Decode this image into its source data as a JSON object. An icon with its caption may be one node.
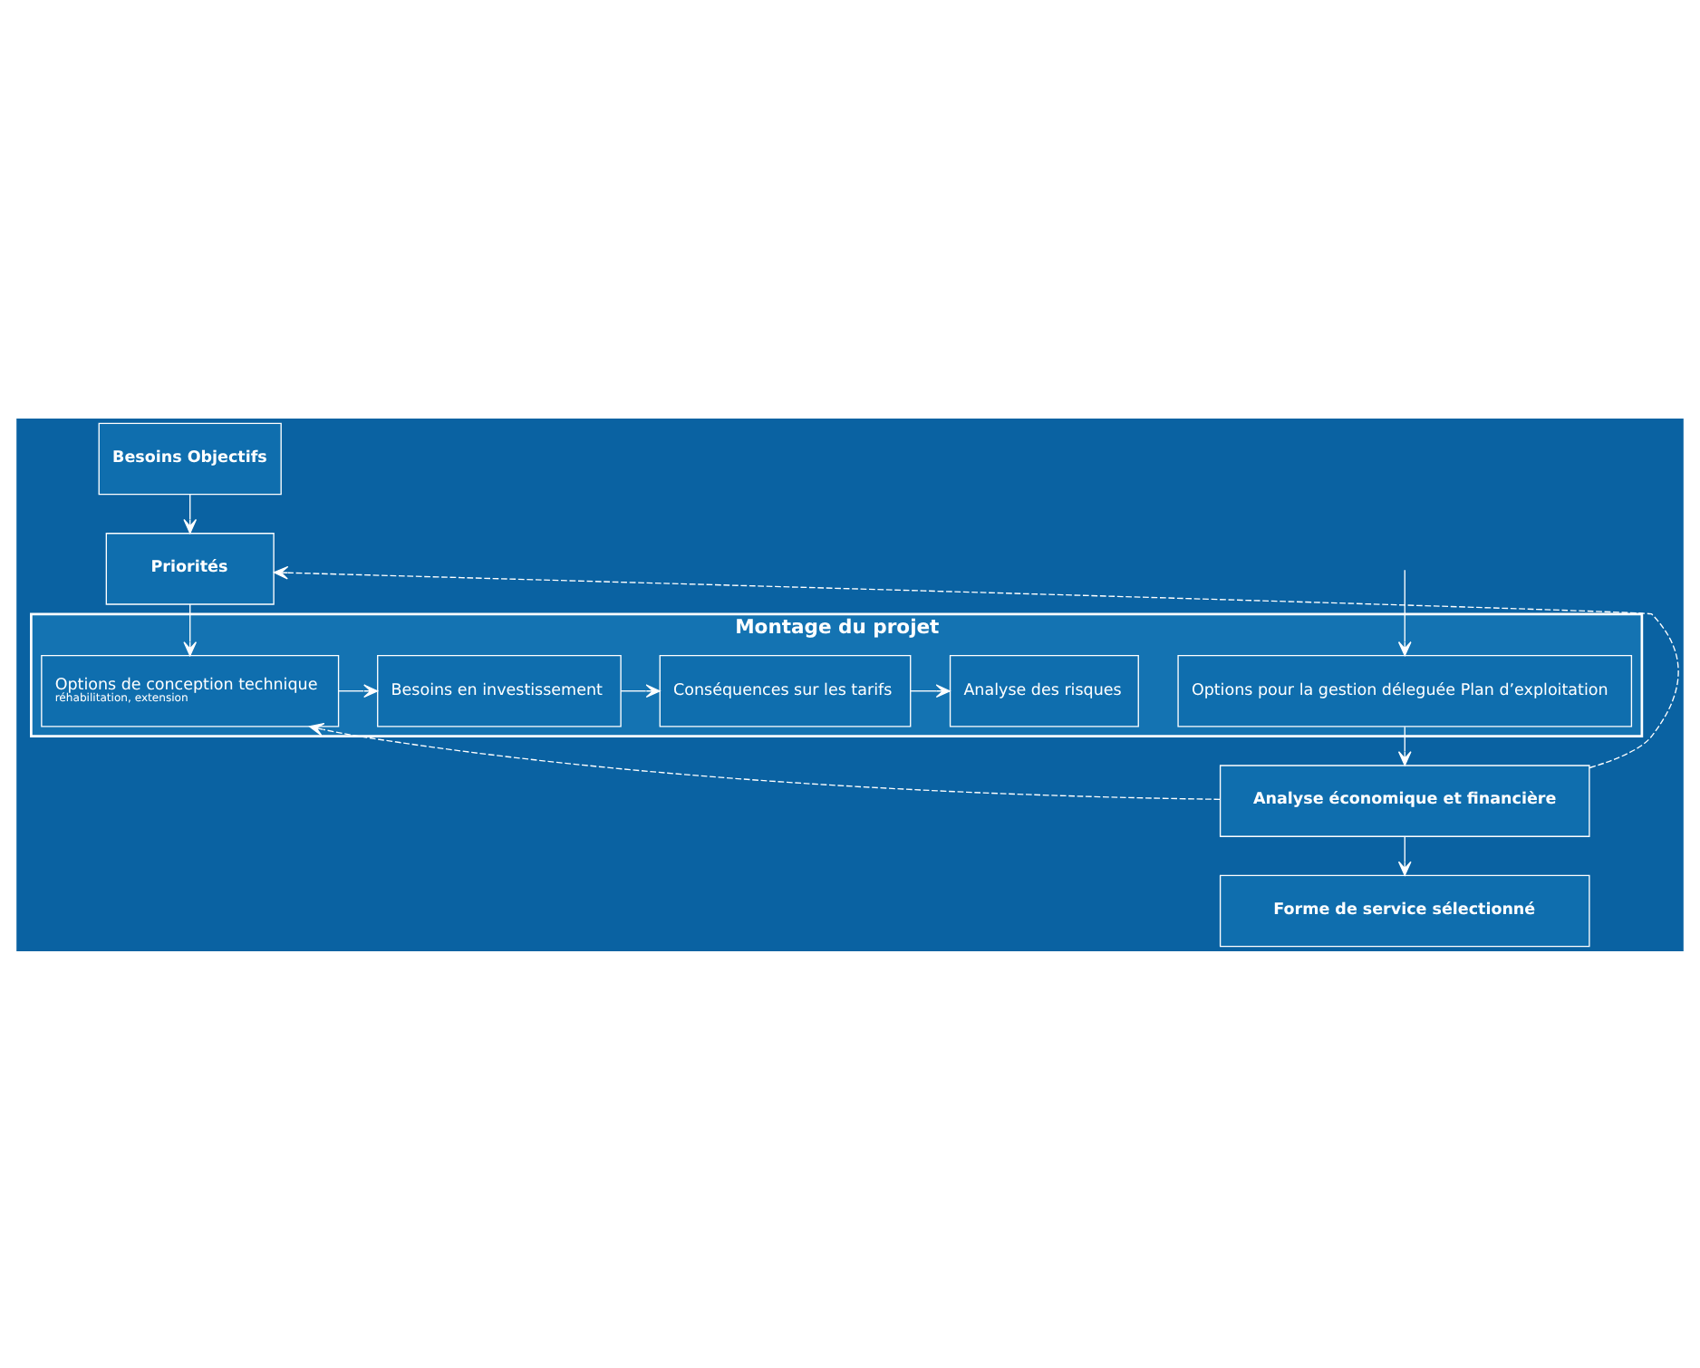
{
  "diagram": {
    "nodes": [
      {
        "text": [
          "Besoins Objectifs"
        ]
      },
      {
        "text": [
          "Priorités"
        ]
      },
      {
        "text": [
          "Montage du projet"
        ]
      },
      {
        "text": [
          "Options de conception technique",
          "réhabilitation, extension"
        ],
        "in": 2
      },
      {
        "text": [
          "Besoins en investissement"
        ],
        "in": 2
      },
      {
        "text": [
          "Conséquences sur les tarifs"
        ],
        "in": 2
      },
      {
        "text": [
          "Analyse des risques"
        ],
        "in": 2
      },
      {
        "text": [
          "Options pour la gestion déleguée Plan d’exploitation"
        ],
        "in": 2
      },
      {
        "text": [
          "Analyse économique et financière"
        ]
      },
      {
        "text": [
          "Forme de service sélectionné"
        ]
      }
    ],
    "edges": [
      {
        "from": 0,
        "to": 1,
        "arrow": "to"
      },
      {
        "from": 1,
        "to": 3,
        "arrow": "to"
      },
      {
        "from": 3,
        "to": 4,
        "arrow": "to"
      },
      {
        "from": 4,
        "to": 5,
        "arrow": "to"
      },
      {
        "from": 5,
        "to": 6,
        "arrow": "to"
      },
      {
        "from": null,
        "to": 7,
        "arrow": "to"
      },
      {
        "from": 7,
        "to": 8,
        "arrow": "to"
      },
      {
        "from": 8,
        "to": 9,
        "arrow": "to"
      },
      {
        "from": 8,
        "to": 1,
        "arrow": "to",
        "style": "dashed"
      },
      {
        "from": 8,
        "to": 3,
        "arrow": "to",
        "style": "dashed"
      }
    ]
  }
}
